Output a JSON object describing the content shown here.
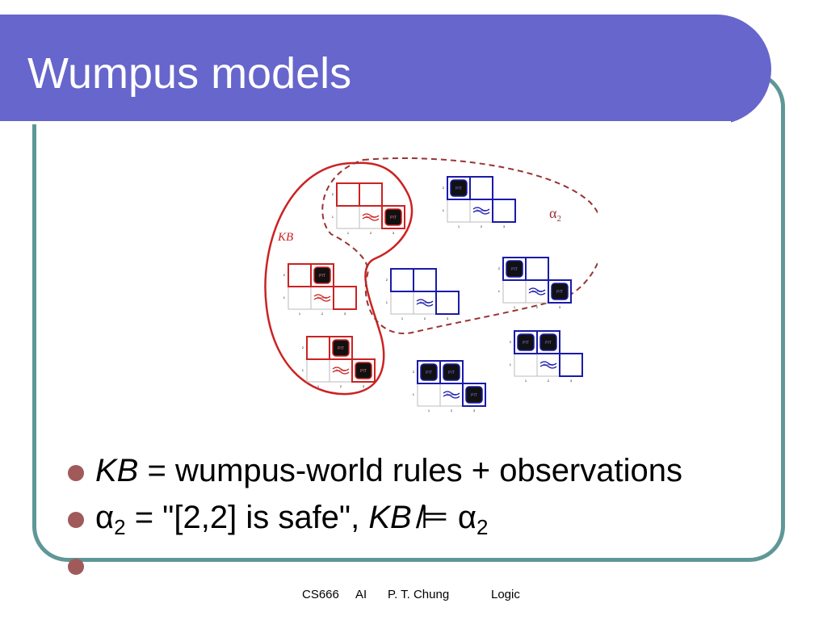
{
  "slide": {
    "title": "Wumpus models",
    "diagram": {
      "kb_label": "KB",
      "alpha_label": "α",
      "alpha_sub": "2",
      "grid_row_labels": [
        "2",
        "1"
      ],
      "grid_col_labels": [
        "1",
        "2",
        "3"
      ],
      "pit_label": "PIT",
      "breeze_label": "Breeze",
      "colors": {
        "kb": "#cc2222",
        "alpha": "#993333",
        "model": "#1a1aaa"
      }
    },
    "bullets": [
      {
        "kb": "KB",
        "text": " = wumpus-world rules + observations"
      },
      {
        "alpha": "α",
        "sub": "2",
        "text": " = \"[2,2] is safe\", ",
        "kb": "KB",
        "entail": "⊨",
        "slash": "/",
        "alpha2": "α",
        "sub2": "2"
      },
      {
        "text": ""
      }
    ],
    "footer": {
      "course": "CS666",
      "subject": "AI",
      "author": "P. T. Chung",
      "topic": "Logic"
    }
  }
}
